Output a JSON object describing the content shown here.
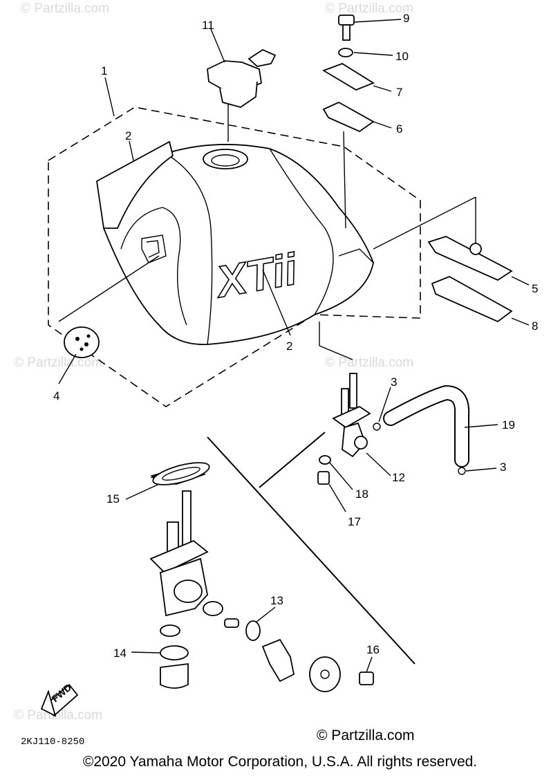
{
  "watermark": "© Partzilla.com",
  "diagram_code": "2KJ110-8250",
  "fwd_label": "FWD",
  "tank_logo": "XTii",
  "copyright": "©2020 Yamaha Motor Corporation, U.S.A. All rights reserved.",
  "site_mark": "© Partzilla.com",
  "callouts": [
    "1",
    "2",
    "2",
    "3",
    "3",
    "4",
    "5",
    "6",
    "7",
    "8",
    "9",
    "10",
    "11",
    "12",
    "13",
    "14",
    "15",
    "16",
    "17",
    "18",
    "19"
  ]
}
